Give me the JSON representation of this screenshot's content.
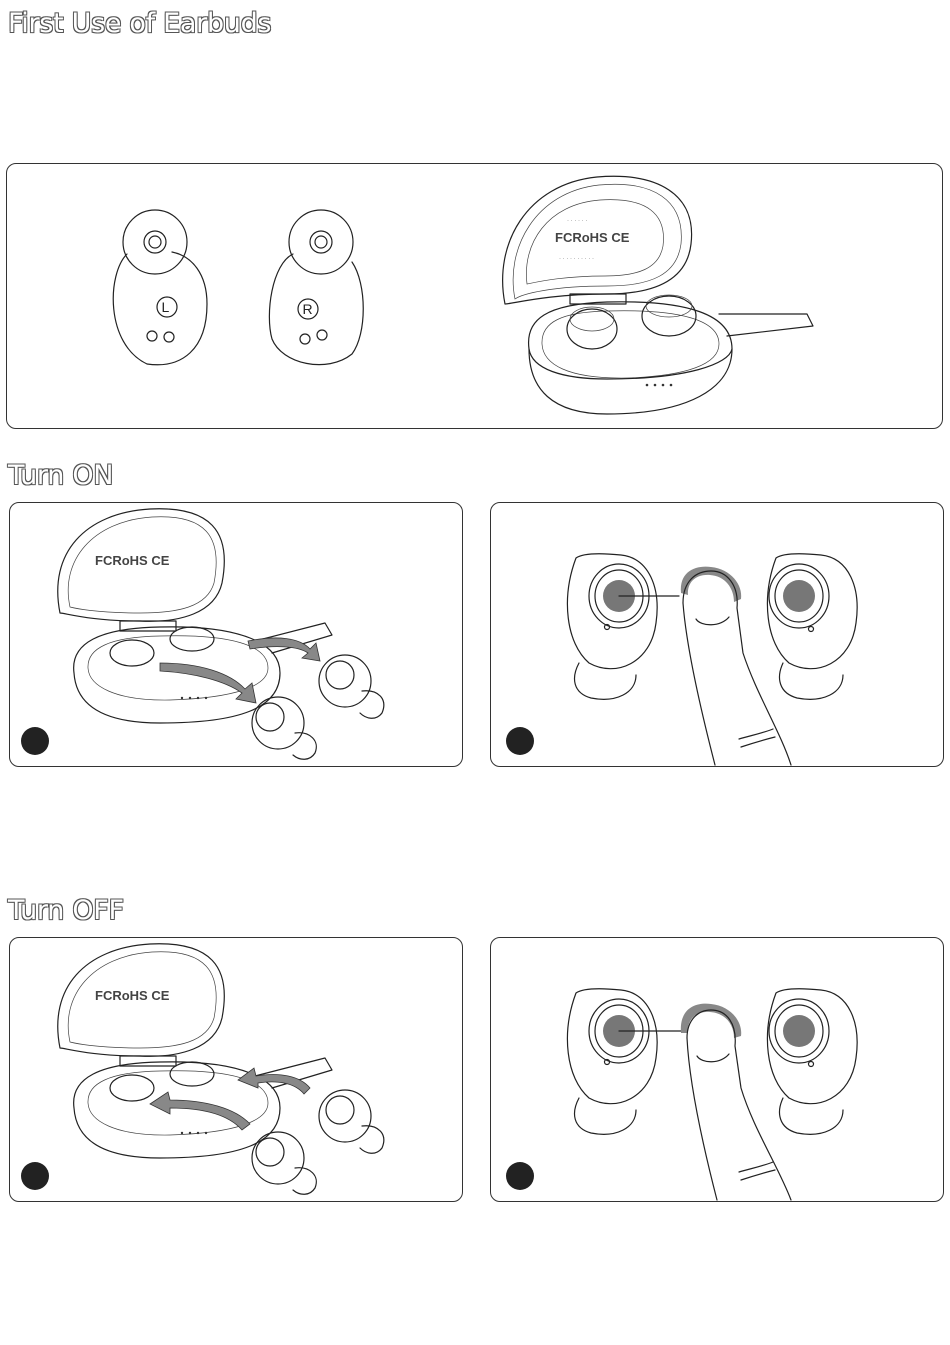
{
  "sections": {
    "first_use": {
      "title": "First Use of Earbuds"
    },
    "turn_on": {
      "title": "Turn ON"
    },
    "turn_off": {
      "title": "Turn OFF"
    }
  },
  "earbuds": {
    "left_label": "L",
    "right_label": "R"
  },
  "case_markings": {
    "certification": "FCRoHS CE"
  },
  "colors": {
    "border": "#333333",
    "step_badge": "#222222",
    "touch_area": "#777777"
  },
  "icons": [
    "earbud-left",
    "earbud-right",
    "charging-case-open",
    "finger-touch",
    "step-badge",
    "arrow-out",
    "arrow-in"
  ]
}
